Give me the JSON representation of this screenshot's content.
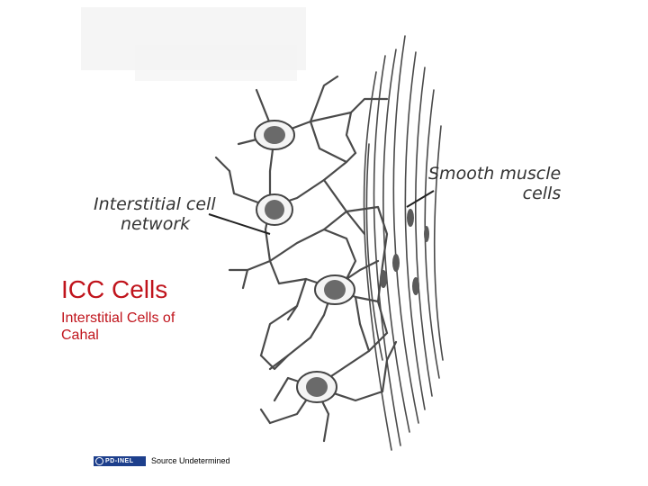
{
  "slide": {
    "title": "ICC Cells",
    "subtitle": "Interstitial Cells of Cahal",
    "title_color": "#c0141c",
    "source_note": "Source Undetermined",
    "logo_text": "PD-INEL"
  },
  "diagram": {
    "labels": {
      "interstitial_line1": "Interstitial cell",
      "interstitial_line2": "network",
      "smooth_line1": "Smooth muscle",
      "smooth_line2": "cells"
    }
  }
}
